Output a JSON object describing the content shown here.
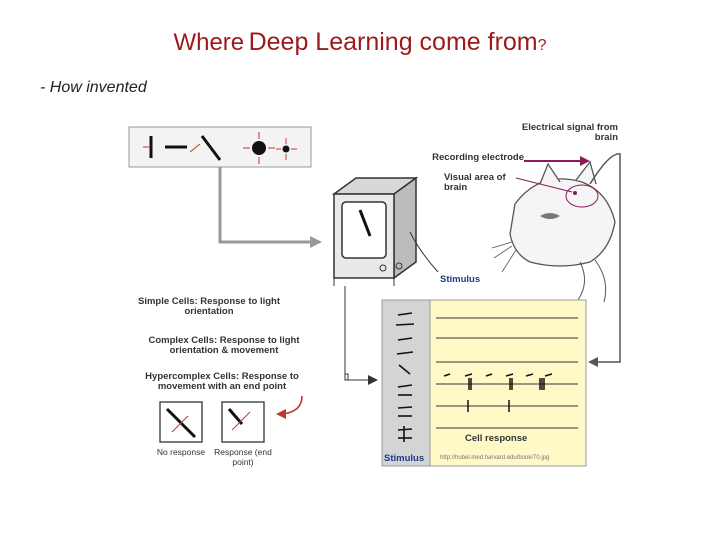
{
  "title": {
    "part1": "Where",
    "part2": "Deep Learning come from",
    "part3": "?"
  },
  "subtitle": "- How invented",
  "figure": {
    "electrical_signal": "Electrical signal from brain",
    "recording_electrode": "Recording electrode",
    "visual_area": "Visual area of brain",
    "stimulus_top": "Stimulus",
    "simple_cells": "Simple Cells: Response to light orientation",
    "complex_cells": "Complex Cells: Response to light orientation & movement",
    "hypercomplex_cells": "Hypercomplex Cells: Response to movement with an end point",
    "no_response": "No response",
    "response": "Response (end point)",
    "cell_response": "Cell response",
    "stimulus_bottom": "Stimulus",
    "url": "http://hubel.med.harvard.edu/book/70.jpg"
  },
  "colors": {
    "title": "#9b1b1b",
    "arrow_magenta": "#8b1a5c",
    "panel_yellow": "#fff9c8",
    "stimulus_blue": "#1f3a8a"
  }
}
